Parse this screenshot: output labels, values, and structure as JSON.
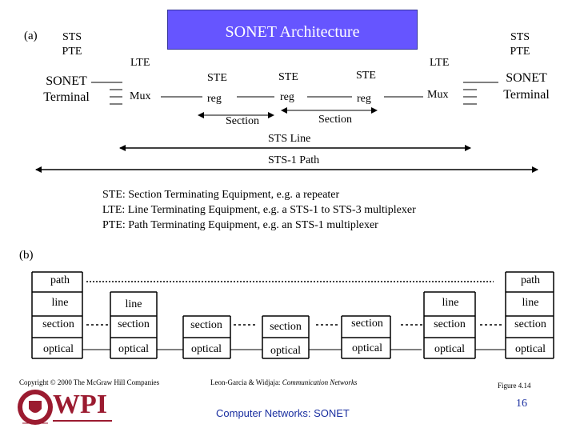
{
  "part_a": {
    "label": "(a)",
    "title": "SONET Architecture",
    "sts_pte_left": [
      "STS",
      "PTE"
    ],
    "sts_pte_right": [
      "STS",
      "PTE"
    ],
    "sonet_terminal_left": [
      "SONET",
      "Terminal"
    ],
    "sonet_terminal_right": [
      "SONET",
      "Terminal"
    ],
    "lte_left": "LTE",
    "lte_right": "LTE",
    "mux_left": "Mux",
    "mux_right": "Mux",
    "ste": [
      "STE",
      "STE",
      "STE"
    ],
    "reg": [
      "reg",
      "reg",
      "reg"
    ],
    "section_left": "Section",
    "section_right": "Section",
    "sts_line": "STS Line",
    "sts1_path": "STS-1 Path",
    "legend": [
      "STE: Section Terminating Equipment, e.g. a repeater",
      "LTE: Line Terminating Equipment, e.g. a STS-1 to STS-3 multiplexer",
      "PTE: Path Terminating Equipment, e.g. an STS-1 multiplexer"
    ]
  },
  "part_b": {
    "label": "(b)",
    "path_left": "path",
    "path_right": "path",
    "line_layer": [
      "line",
      "line",
      "line",
      "line"
    ],
    "section_layer": [
      "section",
      "section",
      "section",
      "section",
      "section",
      "section",
      "section"
    ],
    "optical_layer": [
      "optical",
      "optical",
      "optical",
      "optical",
      "optical",
      "optical",
      "optical"
    ]
  },
  "footer": {
    "copyright": "Copyright © 2000 The McGraw Hill Companies",
    "citation_authors": "Leon-Garcia & Widjaja: ",
    "citation_book": "Communication Networks",
    "figure": "Figure 4.14",
    "course": "Computer Networks: SONET",
    "page_number": "16",
    "logo_text": "WPI"
  },
  "colors": {
    "title_fill": "#6655ff",
    "title_text": "#ffffff",
    "course_text": "#1a2fa0",
    "logo_red": "#9b1b30"
  }
}
